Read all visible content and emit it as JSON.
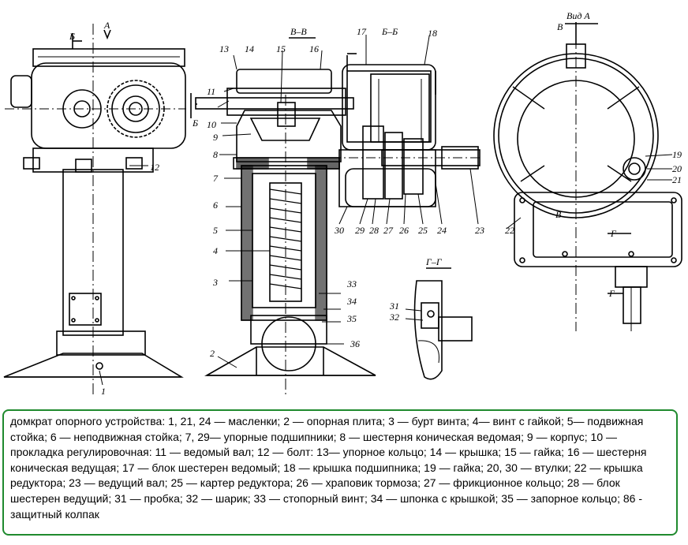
{
  "labels": {
    "left_view": [
      "1",
      "12"
    ],
    "section_labels": [
      "2",
      "3",
      "4",
      "5",
      "6",
      "7",
      "8",
      "9",
      "10",
      "11",
      "13",
      "14",
      "15",
      "16",
      "17",
      "18",
      "23",
      "24",
      "25",
      "26",
      "27",
      "28",
      "29",
      "30",
      "33",
      "34",
      "35",
      "36",
      "31",
      "32"
    ],
    "right_view": [
      "19",
      "20",
      "21",
      "22"
    ]
  },
  "section_titles": {
    "v_v": "В–В",
    "b_b": "Б–Б",
    "g_g": "Г–Г",
    "view_a": "Вид А",
    "arrow_a": "А",
    "arrow_b_top": "Б",
    "arrow_b_bottom": "Б",
    "arrow_v_top": "В",
    "arrow_v_mid": "В",
    "arrow_g_mid": "Г",
    "arrow_g_bottom": "Г"
  },
  "caption": "домкрат опорного устройства: 1, 21, 24 — масленки; 2 — опорная плита; 3 — бурт винта; 4— винт с гайкой; 5— подвижная стойка; 6 — неподвижная стойка; 7, 29— упорные подшипники; 8 — шестерня коническая ведомая; 9 — корпус; 10 — прокладка регулировочная: 11 — ведомый вал; 12 — болт: 13— упорное кольцо; 14 — крышка; 15 — гайка; 16 — шестерня коническая ведущая; 17 — блок шестерен ведомый; 18 — крышка подшипника; 19 — гайка; 20, 30 — втулки; 22 — крышка редуктора; 23 — ведущий вал; 25 — картер редуктора; 26 — храповик тормоза; 27 — фрикционное кольцо; 28 — блок шестерен ведущий; 31 — пробка; 32 — шарик; 33 — стопорный винт; 34 — шпонка с крышкой; 35 — запорное кольцо; 86 - защитный колпак",
  "colors": {
    "ink": "#000000",
    "frame": "#1f8a2e",
    "background": "#ffffff"
  }
}
